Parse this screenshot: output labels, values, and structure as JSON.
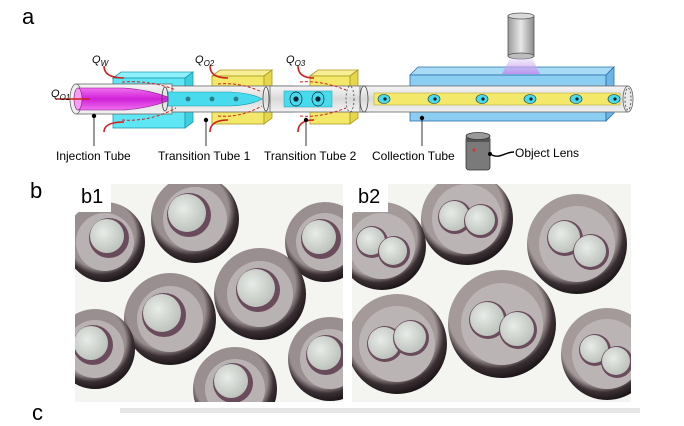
{
  "panels": {
    "a": "a",
    "b": "b",
    "c": "c",
    "b1": "b1",
    "b2": "b2"
  },
  "flows": {
    "qo1": {
      "main": "Q",
      "sub": "O1"
    },
    "qw": {
      "main": "Q",
      "sub": "W"
    },
    "qo2": {
      "main": "Q",
      "sub": "O2"
    },
    "qo3": {
      "main": "Q",
      "sub": "O3"
    }
  },
  "labels": {
    "injection_tube": "Injection Tube",
    "transition_tube_1": "Transition Tube 1",
    "transition_tube_2": "Transition Tube 2",
    "collection_tube": "Collection Tube",
    "object_lens": "Object Lens"
  },
  "colors": {
    "inner_phase": "#e040e0",
    "water_phase": "#40e0f0",
    "oil_phase": "#f4e86a",
    "collection_box": "#7fc8f0",
    "tube_glass": "#e4e4e4",
    "flow_arrow": "#d02020",
    "microscope_light": "#c9a8ea"
  },
  "icons": {
    "microscope_objective": "objective-icon",
    "camera_lens": "camera-lens-icon"
  }
}
